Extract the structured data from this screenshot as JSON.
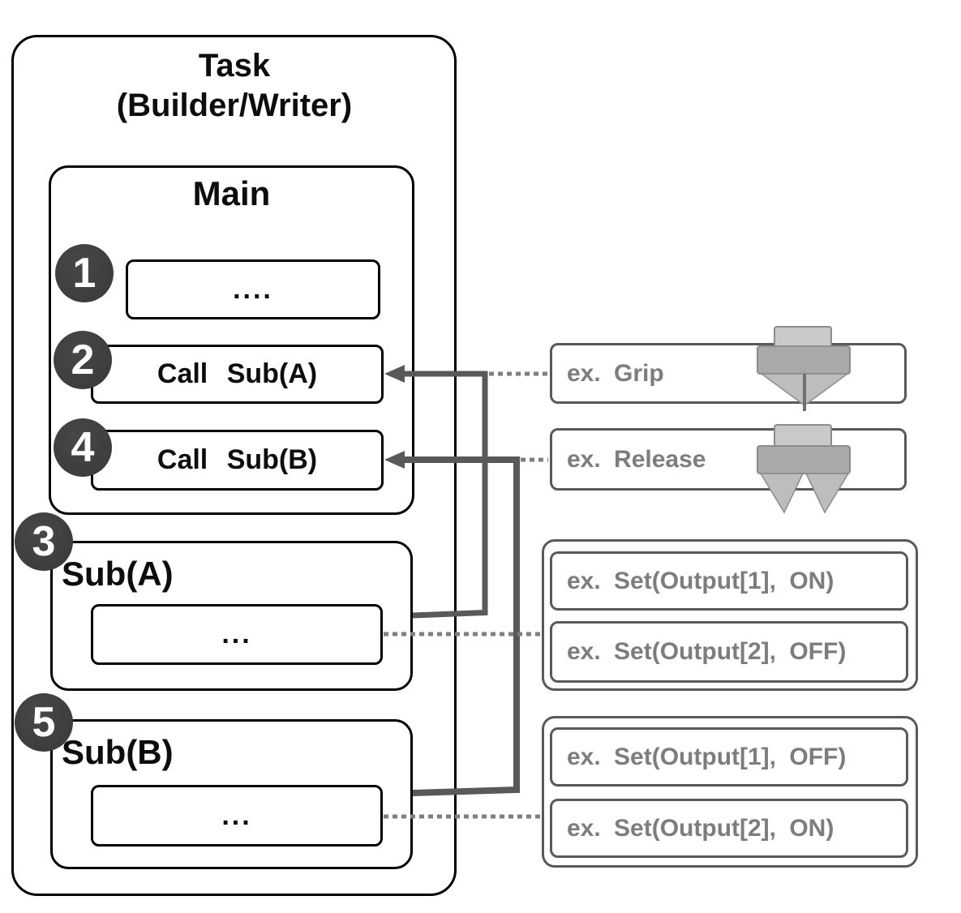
{
  "task": {
    "title_line1": "Task",
    "title_line2": "(Builder/Writer)"
  },
  "main": {
    "label": "Main",
    "step1": {
      "num": "1",
      "text": "...."
    },
    "step2": {
      "num": "2",
      "text": "Call Sub(A)"
    },
    "step4": {
      "num": "4",
      "text": "Call Sub(B)"
    }
  },
  "sub_a": {
    "num": "3",
    "label": "Sub(A)",
    "body_text": "..."
  },
  "sub_b": {
    "num": "5",
    "label": "Sub(B)",
    "body_text": "..."
  },
  "examples": {
    "grip": {
      "label": "ex. Grip",
      "icon": "gripper-closed-icon"
    },
    "release": {
      "label": "ex. Release",
      "icon": "gripper-open-icon"
    },
    "set_group_a": {
      "row1": "ex. Set(Output[1], ON)",
      "row2": "ex. Set(Output[2], OFF)"
    },
    "set_group_b": {
      "row1": "ex. Set(Output[1], OFF)",
      "row2": "ex. Set(Output[2], ON)"
    }
  },
  "colors": {
    "structure_border": "#000000",
    "connector_solid": "#595959",
    "connector_dotted": "#7f7f7f",
    "step_circle_fill": "#3f3f3f",
    "example_border": "#595959",
    "example_text": "#7d7d7d",
    "gripper_light": "#c9c9c9",
    "gripper_body": "#a9a9a9"
  }
}
